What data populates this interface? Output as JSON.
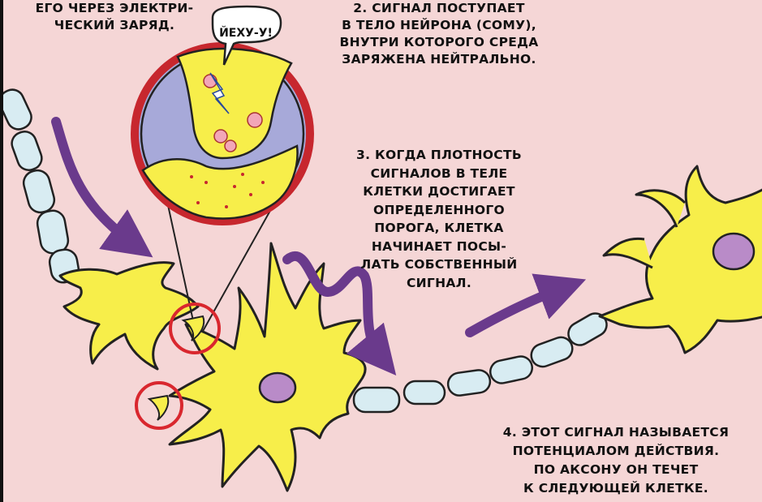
{
  "captions": {
    "c1": [
      "ЕГО ЧЕРЕЗ ЭЛЕКТРИ-",
      "ЧЕСКИЙ ЗАРЯД."
    ],
    "c2": [
      "2. СИГНАЛ ПОСТУПАЕТ",
      "В ТЕЛО НЕЙРОНА (СОМУ),",
      "ВНУТРИ КОТОРОГО СРЕДА",
      "ЗАРЯЖЕНА НЕЙТРАЛЬНО."
    ],
    "c3": [
      "3. КОГДА ПЛОТНОСТЬ",
      "СИГНАЛОВ В ТЕЛЕ",
      "КЛЕТКИ ДОСТИГАЕТ",
      "ОПРЕДЕЛЕННОГО",
      "ПОРОГА, КЛЕТКА",
      "НАЧИНАЕТ ПОСЫ-",
      "ЛАТЬ СОБСТВЕННЫЙ",
      "СИГНАЛ."
    ],
    "c4": [
      "4. ЭТОТ СИГНАЛ НАЗЫВАЕТСЯ",
      "ПОТЕНЦИАЛОМ ДЕЙСТВИЯ.",
      "ПО АКСОНУ ОН ТЕЧЕТ",
      "К СЛЕДУЮЩЕЙ КЛЕТКЕ."
    ]
  },
  "speech_bubble": "ЙЕХУ-У!",
  "colors": {
    "background": "#f5d6d6",
    "neuron": "#f7ee4a",
    "nucleus": "#b98bc8",
    "myelin": "#d8ecf2",
    "arrow": "#6a3a8c",
    "highlight_circle": "#d9272e"
  },
  "icons": [
    "neuron-left",
    "neuron-center",
    "neuron-right",
    "synapse-zoom-lens",
    "signal-arrow"
  ]
}
